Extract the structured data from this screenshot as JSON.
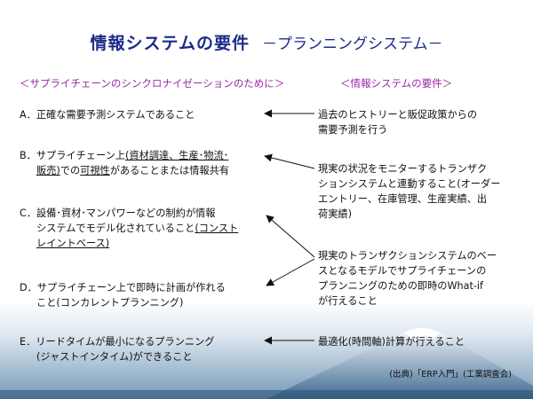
{
  "title": {
    "main": "情報システムの要件",
    "sub": "－プランニングシステム－"
  },
  "left_heading": "＜サプライチェーンのシンクロナイゼーションのために＞",
  "right_heading": "＜情報システムの要件＞",
  "requirements": [
    {
      "lines": [
        [
          {
            "t": "A．正確な需要予測システムであること"
          }
        ]
      ]
    },
    {
      "lines": [
        [
          {
            "t": "B．サプライチェーン上"
          },
          {
            "t": "(資材調達、生産･物流･",
            "u": true
          }
        ],
        [
          {
            "t": "販売)",
            "u": true
          },
          {
            "t": "での"
          },
          {
            "t": "可視性",
            "u": true
          },
          {
            "t": "があることまたは情報共有"
          }
        ]
      ]
    },
    {
      "lines": [
        [
          {
            "t": "C．設備･資材･マンパワーなどの制約が情報"
          }
        ],
        [
          {
            "t": "システムでモデル化されていること"
          },
          {
            "t": "(コンスト",
            "u": true
          }
        ],
        [
          {
            "t": "レイントベース)",
            "u": true
          }
        ]
      ]
    },
    {
      "lines": [
        [
          {
            "t": "D．サプライチェーン上で即時に計画が作れる"
          }
        ],
        [
          {
            "t": "こと(コンカレントプランニング)"
          }
        ]
      ]
    },
    {
      "lines": [
        [
          {
            "t": "E．リードタイムが最小になるプランニング"
          }
        ],
        [
          {
            "t": "(ジャストインタイム)ができること"
          }
        ]
      ]
    }
  ],
  "functions": [
    {
      "lines": [
        "過去のヒストリーと販促政策からの",
        "需要予測を行う"
      ]
    },
    {
      "lines": [
        "現実の状況をモニターするトランザク",
        "ションシステムと連動すること(オーダー",
        "エントリー、在庫管理、生産実績、出",
        "荷実績)"
      ]
    },
    {
      "lines": [
        "現実のトランザクションシステムのベー",
        "スとなるモデルでサプライチェーンの",
        "プランニングのための即時のWhat-if",
        "が行えること"
      ]
    },
    {
      "lines": [
        "最適化(時間軸)計算が行えること"
      ]
    }
  ],
  "source": "(出典)「ERP入門」(工業調査会)",
  "colors": {
    "title": "#1d2b8a",
    "heading": "#9b27a8"
  }
}
